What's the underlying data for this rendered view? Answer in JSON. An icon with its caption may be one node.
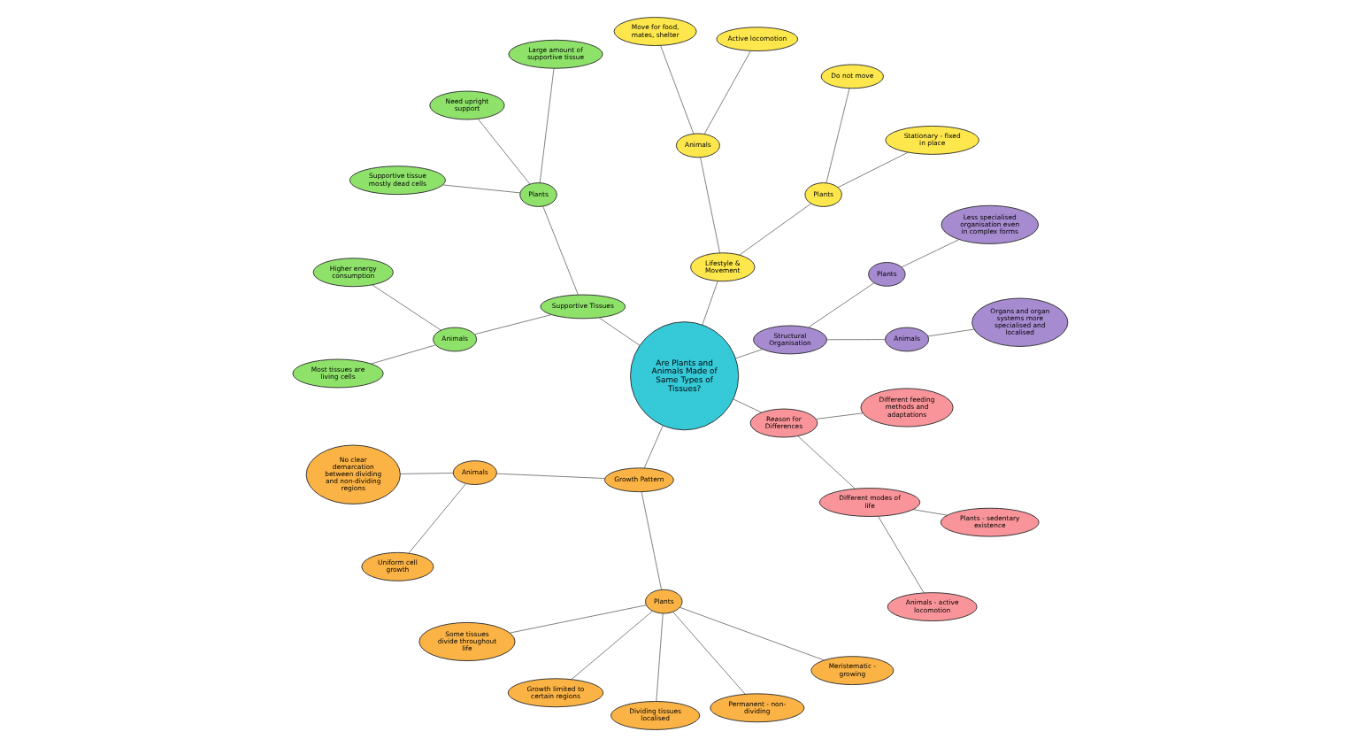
{
  "diagram": {
    "nodes": [
      {
        "text": [
          "Are Plants and Animals Made of Same Types of Tissues?"
        ]
      },
      {
        "text": [
          "Structural Organisation"
        ]
      },
      {
        "text": [
          "Animals"
        ]
      },
      {
        "text": [
          "Organs and organ systems more specialised and localised"
        ]
      },
      {
        "text": [
          "Plants"
        ]
      },
      {
        "text": [
          "Less specialised organisation even in complex forms"
        ]
      },
      {
        "text": [
          "Lifestyle & Movement"
        ]
      },
      {
        "text": [
          "Plants"
        ]
      },
      {
        "text": [
          "Stationary - fixed in place"
        ]
      },
      {
        "text": [
          "Do not move"
        ]
      },
      {
        "text": [
          "Animals"
        ]
      },
      {
        "text": [
          "Active locomotion"
        ]
      },
      {
        "text": [
          "Move for food, mates, shelter"
        ]
      },
      {
        "text": [
          "Supportive Tissues"
        ]
      },
      {
        "text": [
          "Plants"
        ]
      },
      {
        "text": [
          "Large amount of supportive tissue"
        ]
      },
      {
        "text": [
          "Need upright support"
        ]
      },
      {
        "text": [
          "Supportive tissue mostly dead cells"
        ]
      },
      {
        "text": [
          "Animals"
        ]
      },
      {
        "text": [
          "Higher energy consumption"
        ]
      },
      {
        "text": [
          "Most tissues are living cells"
        ]
      },
      {
        "text": [
          "Growth Pattern"
        ]
      },
      {
        "text": [
          "Animals"
        ]
      },
      {
        "text": [
          "No clear demarcation between dividing and non-dividing regions"
        ]
      },
      {
        "text": [
          "Uniform cell growth"
        ]
      },
      {
        "text": [
          "Plants"
        ]
      },
      {
        "text": [
          "Some tissues divide throughout life"
        ]
      },
      {
        "text": [
          "Growth limited to certain regions"
        ]
      },
      {
        "text": [
          "Dividing tissues localised"
        ]
      },
      {
        "text": [
          "Permanent - non-dividing"
        ]
      },
      {
        "text": [
          "Meristematic - growing"
        ]
      },
      {
        "text": [
          "Reason for Differences"
        ]
      },
      {
        "text": [
          "Different modes of life"
        ]
      },
      {
        "text": [
          "Animals - active locomotion"
        ]
      },
      {
        "text": [
          "Plants - sedentary existence"
        ]
      },
      {
        "text": [
          "Different feeding methods and adaptations"
        ]
      }
    ],
    "edges": [
      {
        "from": 0,
        "to": 1,
        "arrow": "none"
      },
      {
        "from": 1,
        "to": 2,
        "arrow": "none"
      },
      {
        "from": 2,
        "to": 3,
        "arrow": "none"
      },
      {
        "from": 1,
        "to": 4,
        "arrow": "none"
      },
      {
        "from": 4,
        "to": 5,
        "arrow": "none"
      },
      {
        "from": 0,
        "to": 6,
        "arrow": "none"
      },
      {
        "from": 6,
        "to": 7,
        "arrow": "none"
      },
      {
        "from": 7,
        "to": 8,
        "arrow": "none"
      },
      {
        "from": 7,
        "to": 9,
        "arrow": "none"
      },
      {
        "from": 6,
        "to": 10,
        "arrow": "none"
      },
      {
        "from": 10,
        "to": 11,
        "arrow": "none"
      },
      {
        "from": 10,
        "to": 12,
        "arrow": "none"
      },
      {
        "from": 0,
        "to": 13,
        "arrow": "none"
      },
      {
        "from": 13,
        "to": 14,
        "arrow": "none"
      },
      {
        "from": 14,
        "to": 15,
        "arrow": "none"
      },
      {
        "from": 14,
        "to": 16,
        "arrow": "none"
      },
      {
        "from": 14,
        "to": 17,
        "arrow": "none"
      },
      {
        "from": 13,
        "to": 18,
        "arrow": "none"
      },
      {
        "from": 18,
        "to": 19,
        "arrow": "none"
      },
      {
        "from": 18,
        "to": 20,
        "arrow": "none"
      },
      {
        "from": 0,
        "to": 21,
        "arrow": "none"
      },
      {
        "from": 21,
        "to": 22,
        "arrow": "none"
      },
      {
        "from": 22,
        "to": 23,
        "arrow": "none"
      },
      {
        "from": 22,
        "to": 24,
        "arrow": "none"
      },
      {
        "from": 21,
        "to": 25,
        "arrow": "none"
      },
      {
        "from": 25,
        "to": 26,
        "arrow": "none"
      },
      {
        "from": 25,
        "to": 27,
        "arrow": "none"
      },
      {
        "from": 25,
        "to": 28,
        "arrow": "none"
      },
      {
        "from": 25,
        "to": 29,
        "arrow": "none"
      },
      {
        "from": 25,
        "to": 30,
        "arrow": "none"
      },
      {
        "from": 0,
        "to": 31,
        "arrow": "none"
      },
      {
        "from": 31,
        "to": 32,
        "arrow": "none"
      },
      {
        "from": 32,
        "to": 33,
        "arrow": "none"
      },
      {
        "from": 32,
        "to": 34,
        "arrow": "none"
      },
      {
        "from": 31,
        "to": 35,
        "arrow": "none"
      }
    ]
  }
}
